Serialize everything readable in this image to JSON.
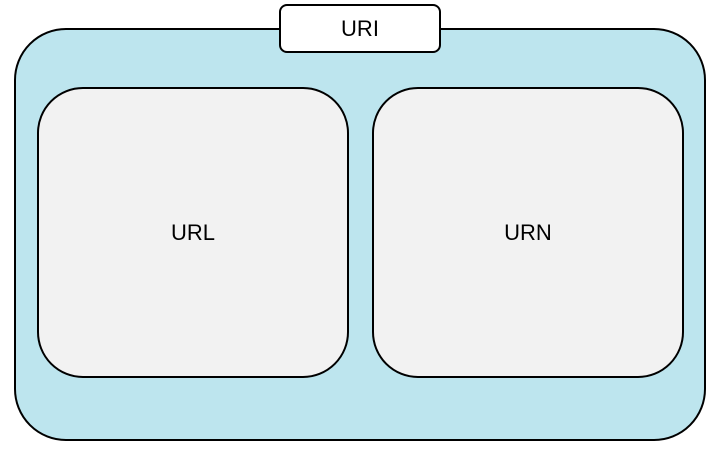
{
  "diagram": {
    "container": {
      "label": "URI",
      "fill": "#bde5ee"
    },
    "children": [
      {
        "label": "URL",
        "fill": "#f2f2f2"
      },
      {
        "label": "URN",
        "fill": "#f2f2f2"
      }
    ]
  }
}
